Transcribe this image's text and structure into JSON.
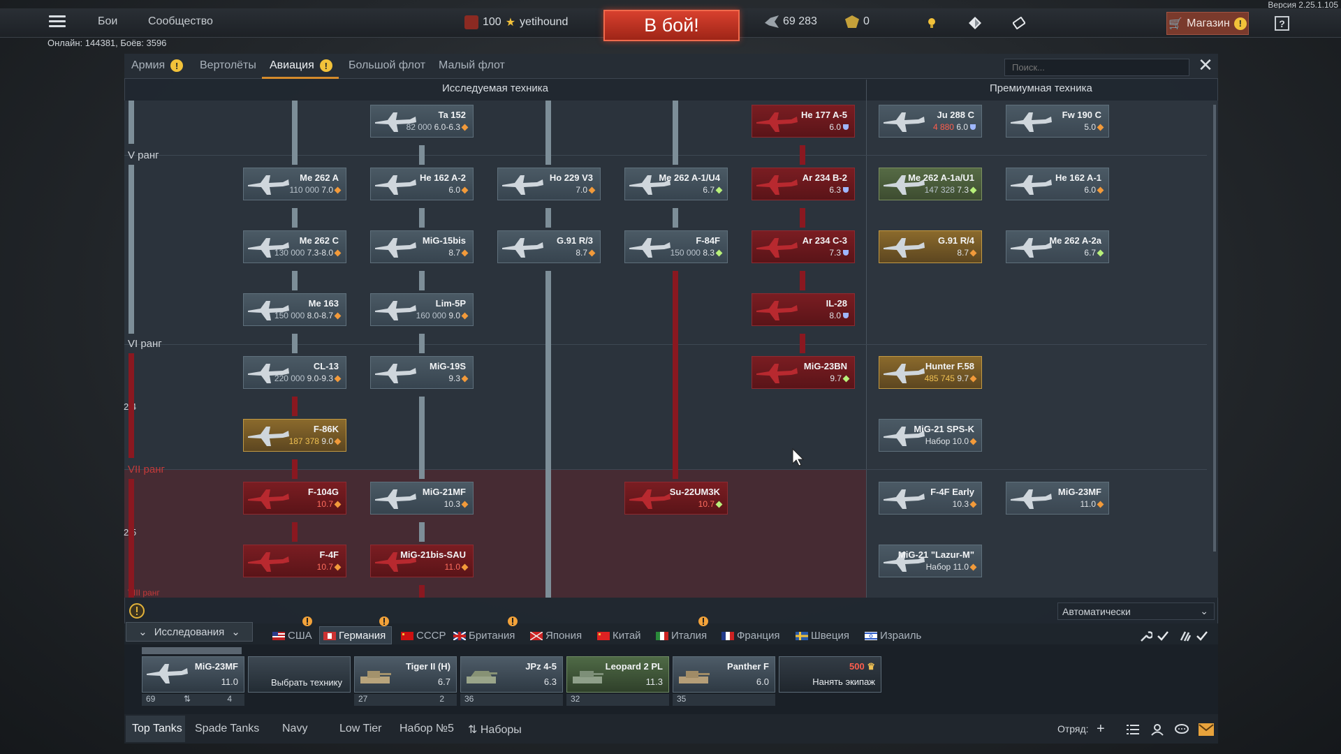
{
  "version": "Версия 2.25.1.105",
  "topbar": {
    "links": [
      "Бои",
      "Сообщество"
    ],
    "player": {
      "level": "100",
      "name": "yetihound"
    },
    "to_battle": "В бой!",
    "silver_lions": "69 283",
    "golden_eagles": "0",
    "shop": "Магазин",
    "help": "?"
  },
  "online": "Онлайн: 144381, Боёв: 3596",
  "tabs": [
    {
      "label": "Армия",
      "warn": true
    },
    {
      "label": "Вертолёты",
      "warn": false
    },
    {
      "label": "Авиация",
      "warn": true,
      "active": true
    },
    {
      "label": "Большой флот",
      "warn": false
    },
    {
      "label": "Малый флот",
      "warn": false
    }
  ],
  "search_placeholder": "Поиск...",
  "columns": {
    "research": "Исследуемая техника",
    "premium": "Премиумная техника"
  },
  "ranks": {
    "v": "V ранг",
    "vi": "VI ранг",
    "vii": "VII ранг",
    "viii": "VIII ранг"
  },
  "fractions": {
    "a": "2/4",
    "b": "2/5"
  },
  "vehicles": {
    "ta152": {
      "name": "Ta 152",
      "rp": "82 000",
      "br": "6.0-6.3"
    },
    "he177": {
      "name": "He 177 A-5",
      "br": "6.0"
    },
    "ju288": {
      "name": "Ju 288 C",
      "cost": "4 880",
      "br": "6.0"
    },
    "fw190c": {
      "name": "Fw 190 C",
      "br": "5.0"
    },
    "me262a": {
      "name": "Me 262 A",
      "rp": "110 000",
      "br": "7.0"
    },
    "he162a2": {
      "name": "He 162 A-2",
      "br": "6.0"
    },
    "ho229": {
      "name": "Ho 229 V3",
      "br": "7.0"
    },
    "me262a1u4": {
      "name": "Me 262 A-1/U4",
      "br": "6.7"
    },
    "ar234b2": {
      "name": "Ar 234 B-2",
      "br": "6.3"
    },
    "me262a1a": {
      "name": "Me 262 A-1a/U1",
      "rp": "147 328",
      "br": "7.3"
    },
    "he162a1": {
      "name": "He 162 A-1",
      "br": "6.0"
    },
    "me262c": {
      "name": "Me 262 C",
      "rp": "130 000",
      "br": "7.3-8.0"
    },
    "mig15": {
      "name": "MiG-15bis",
      "br": "8.7"
    },
    "g91r3": {
      "name": "G.91 R/3",
      "br": "8.7"
    },
    "f84f": {
      "name": "F-84F",
      "rp": "150 000",
      "br": "8.3"
    },
    "ar234c3": {
      "name": "Ar 234 C-3",
      "br": "7.3"
    },
    "g91r4": {
      "name": "G.91 R/4",
      "br": "8.7"
    },
    "me262a2a": {
      "name": "Me 262 A-2a",
      "br": "6.7"
    },
    "me163": {
      "name": "Me 163",
      "rp": "150 000",
      "br": "8.0-8.7"
    },
    "lim5p": {
      "name": "Lim-5P",
      "rp": "160 000",
      "br": "9.0"
    },
    "il28": {
      "name": "IL-28",
      "br": "8.0"
    },
    "cl13": {
      "name": "CL-13",
      "rp": "220 000",
      "br": "9.0-9.3"
    },
    "mig19s": {
      "name": "MiG-19S",
      "br": "9.3"
    },
    "mig23bn": {
      "name": "MiG-23BN",
      "br": "9.7"
    },
    "hunter": {
      "name": "Hunter F.58",
      "rp": "485 745",
      "br": "9.7"
    },
    "f86k": {
      "name": "F-86K",
      "rp": "187 378",
      "br": "9.0"
    },
    "mig21spsk": {
      "name": "MiG-21 SPS-K",
      "br": "Набор 10.0"
    },
    "f104g": {
      "name": "F-104G",
      "br": "10.7"
    },
    "mig21mf": {
      "name": "MiG-21MF",
      "br": "10.3"
    },
    "su22": {
      "name": "Su-22UM3K",
      "br": "10.7"
    },
    "f4fearly": {
      "name": "F-4F Early",
      "br": "10.3"
    },
    "mig23mf_p": {
      "name": "MiG-23MF",
      "br": "11.0"
    },
    "f4f": {
      "name": "F-4F",
      "br": "10.7"
    },
    "mig21sau": {
      "name": "MiG-21bis-SAU",
      "br": "11.0"
    },
    "mig21lazur": {
      "name": "MiG-21 \"Lazur-M\"",
      "br": "Набор 11.0"
    }
  },
  "autoselect": "Автоматически",
  "researches": "Исследования",
  "nations": [
    "США",
    "Германия",
    "СССР",
    "Британия",
    "Япония",
    "Китай",
    "Италия",
    "Франция",
    "Швеция",
    "Израиль"
  ],
  "slots": [
    {
      "name": "MiG-23MF",
      "br": "11.0",
      "foot_left": "69",
      "foot_right": "4"
    },
    {
      "name": "Выбрать технику",
      "br": ""
    },
    {
      "name": "Tiger II (H)",
      "br": "6.7",
      "foot_left": "27",
      "foot_right": "2"
    },
    {
      "name": "JPz 4-5",
      "br": "6.3",
      "foot_left": "36"
    },
    {
      "name": "Leopard 2 PL",
      "br": "11.3",
      "foot_left": "32"
    },
    {
      "name": "Panther F",
      "br": "6.0",
      "foot_left": "35"
    },
    {
      "name": "Нанять экипаж",
      "cost": "500"
    }
  ],
  "presets": [
    "Top Tanks",
    "Spade Tanks",
    "Navy",
    "Low Tier",
    "Набор №5",
    "Наборы"
  ],
  "squad": "Отряд:",
  "colors": {
    "accent": "#d58b2b",
    "battle": "#c5331f",
    "premium_gold": "#c39a43",
    "red_tree": "#8a1820"
  }
}
